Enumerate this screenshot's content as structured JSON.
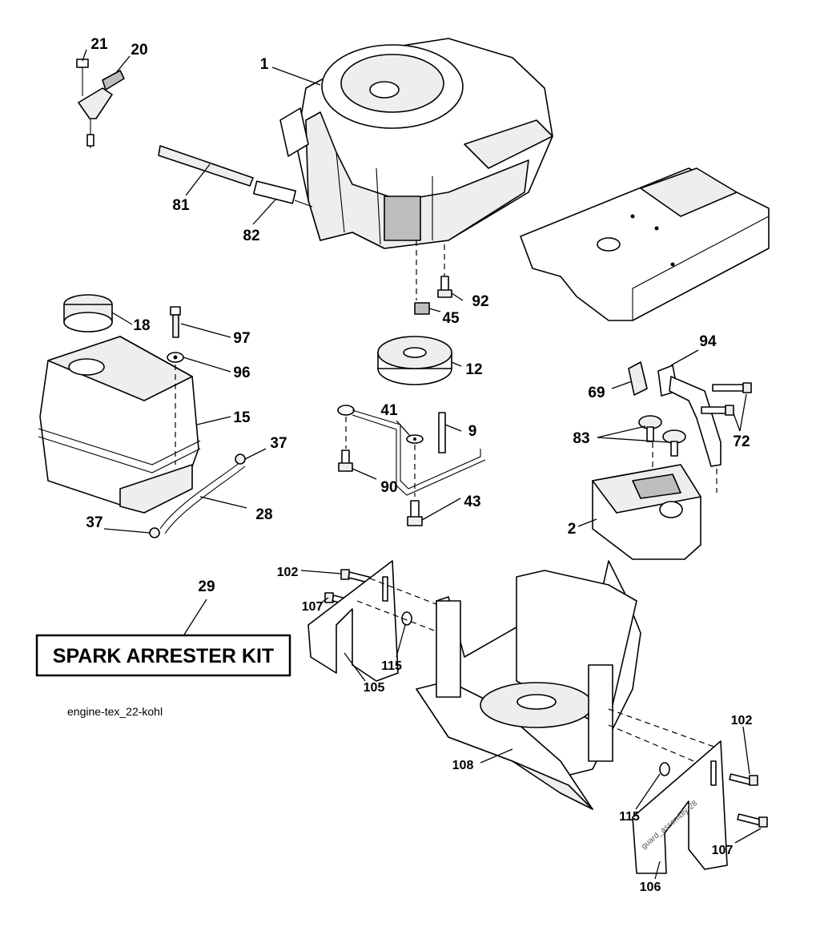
{
  "diagram": {
    "callouts": {
      "p1": "1",
      "p2": "2",
      "p9": "9",
      "p12": "12",
      "p15": "15",
      "p18": "18",
      "p20": "20",
      "p21": "21",
      "p28": "28",
      "p29": "29",
      "p37a": "37",
      "p37b": "37",
      "p41": "41",
      "p43": "43",
      "p45": "45",
      "p69": "69",
      "p72": "72",
      "p81": "81",
      "p82": "82",
      "p83": "83",
      "p90": "90",
      "p92": "92",
      "p94": "94",
      "p96": "96",
      "p97": "97",
      "p102a": "102",
      "p102b": "102",
      "p105": "105",
      "p106": "106",
      "p107a": "107",
      "p107b": "107",
      "p108": "108",
      "p115a": "115",
      "p115b": "115"
    },
    "kit_label": "SPARK ARRESTER KIT",
    "footer_id": "engine-tex_22-kohl",
    "guard_stamp": "guard_assembly-28"
  }
}
